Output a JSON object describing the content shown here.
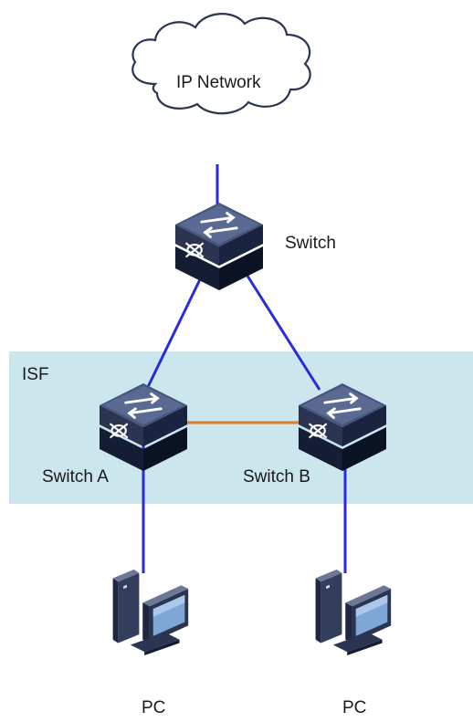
{
  "nodes": {
    "cloud": {
      "label": "IP Network"
    },
    "core_switch": {
      "label": "Switch"
    },
    "switch_a": {
      "label": "Switch A"
    },
    "switch_b": {
      "label": "Switch B"
    },
    "pc_left": {
      "label": "PC"
    },
    "pc_right": {
      "label": "PC"
    }
  },
  "group": {
    "label": "ISF",
    "color": "#cce6ee"
  },
  "links": {
    "uplink_color": "#2b2bd9",
    "isf_link_color": "#e07a2c"
  },
  "icons": {
    "switch": "network-switch-icon",
    "pc": "desktop-computer-icon",
    "cloud": "cloud-icon"
  }
}
